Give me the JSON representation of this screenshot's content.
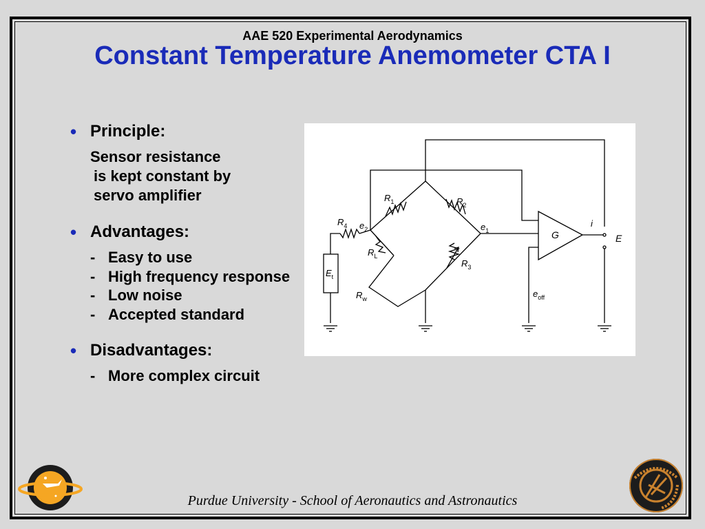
{
  "slide": {
    "subtitle": "AAE 520 Experimental Aerodynamics",
    "title": "Constant Temperature Anemometer CTA I",
    "footer": "Purdue University - School of Aeronautics and Astronautics"
  },
  "principle": {
    "heading": "Principle:",
    "lines": [
      "Sensor resistance",
      "is kept constant by",
      "servo amplifier"
    ]
  },
  "advantages": {
    "heading": "Advantages:",
    "items": [
      "Easy to use",
      "High frequency response",
      "Low noise",
      "Accepted standard"
    ]
  },
  "disadvantages": {
    "heading": "Disadvantages:",
    "items": [
      "More complex circuit"
    ]
  },
  "diagram_labels": {
    "r1": "R",
    "r1_sub": "1",
    "r2": "R",
    "r2_sub": "2",
    "r3": "R",
    "r3_sub": "3",
    "r4": "R",
    "r4_sub": "4",
    "rl": "R",
    "rl_sub": "L",
    "rw": "R",
    "rw_sub": "w",
    "e1": "e",
    "e1_sub": "1",
    "e2": "e",
    "e2_sub": "2",
    "et": "E",
    "et_sub": "t",
    "eoff": "e",
    "eoff_sub": "off",
    "amp": "G",
    "current": "i",
    "output": "E"
  },
  "colors": {
    "title": "#1a2bb8",
    "background": "#d9d9d9"
  }
}
